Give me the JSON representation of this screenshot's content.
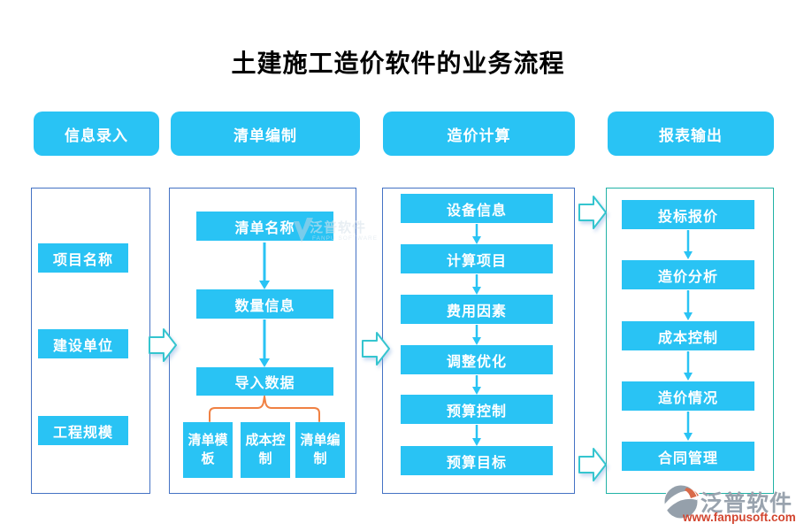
{
  "title": "土建施工造价软件的业务流程",
  "columns": [
    {
      "header": "信息录入",
      "items": [
        "项目名称",
        "建设单位",
        "工程规模"
      ]
    },
    {
      "header": "清单编制",
      "items": [
        "清单名称",
        "数量信息",
        "导入数据"
      ],
      "branches": [
        "清单模板",
        "成本控制",
        "清单编制"
      ]
    },
    {
      "header": "造价计算",
      "items": [
        "设备信息",
        "计算项目",
        "费用因素",
        "调整优化",
        "预算控制",
        "预算目标"
      ]
    },
    {
      "header": "报表输出",
      "items": [
        "投标报价",
        "造价分析",
        "成本控制",
        "造价情况",
        "合同管理"
      ]
    }
  ],
  "watermark": {
    "brand": "泛普软件",
    "brand_en": "FANPU SOFTWARE",
    "url": "www.fanpusoft.com"
  },
  "colors": {
    "node_cyan": "#29c3f4",
    "container_border_blue": "#4472c4",
    "container_border_teal": "#21b2a6",
    "flow_arrow_cyan": "#29c3f4",
    "branch_connector_orange": "#f08143",
    "block_arrow_outline": "#35c5cf",
    "brand_gray": "#99a3ae",
    "url_red": "#d2452f"
  }
}
